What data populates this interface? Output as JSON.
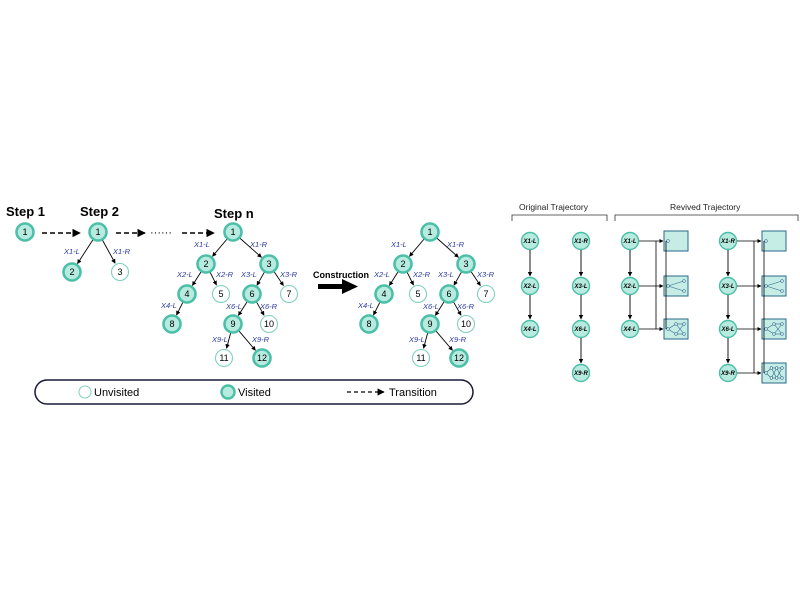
{
  "colors": {
    "visited_fill": "#b8ebe0",
    "visited_stroke": "#4cbfa8",
    "unvisited_stroke": "#7fcfbf",
    "edge_label": "#2a3aa0",
    "box_fill": "#c6ece6",
    "box_stroke": "#2a6a8a"
  },
  "steps": {
    "step1": "Step 1",
    "step2": "Step 2",
    "stepn": "Step n",
    "dots": "······"
  },
  "construction_label": "Construction",
  "legend": {
    "unvisited": "Unvisited",
    "visited": "Visited",
    "transition": "Transition"
  },
  "trajectory": {
    "original_title": "Original Trajectory",
    "revived_title": "Revived Trajectory",
    "original_left": [
      "X1-L",
      "X2-L",
      "X4-L"
    ],
    "original_right": [
      "X1-R",
      "X3-L",
      "X6-L",
      "X9-R"
    ],
    "revived_left": [
      "X1-L",
      "X2-L",
      "X4-L"
    ],
    "revived_right": [
      "X1-R",
      "X3-L",
      "X6-L",
      "X9-R"
    ]
  },
  "tree": {
    "nodes": [
      {
        "id": "1",
        "visited": true
      },
      {
        "id": "2",
        "visited": true
      },
      {
        "id": "3",
        "visited": true
      },
      {
        "id": "4",
        "visited": true
      },
      {
        "id": "5",
        "visited": false
      },
      {
        "id": "6",
        "visited": true
      },
      {
        "id": "7",
        "visited": false
      },
      {
        "id": "8",
        "visited": true
      },
      {
        "id": "9",
        "visited": true
      },
      {
        "id": "10",
        "visited": false
      },
      {
        "id": "11",
        "visited": false
      },
      {
        "id": "12",
        "visited": true
      }
    ],
    "edges": [
      {
        "from": "1",
        "to": "2",
        "label": "X1-L"
      },
      {
        "from": "1",
        "to": "3",
        "label": "X1-R"
      },
      {
        "from": "2",
        "to": "4",
        "label": "X2-L"
      },
      {
        "from": "2",
        "to": "5",
        "label": "X2-R"
      },
      {
        "from": "3",
        "to": "6",
        "label": "X3-L"
      },
      {
        "from": "3",
        "to": "7",
        "label": "X3-R"
      },
      {
        "from": "4",
        "to": "8",
        "label": "X4-L"
      },
      {
        "from": "6",
        "to": "9",
        "label": "X6-L"
      },
      {
        "from": "6",
        "to": "10",
        "label": "X6-R"
      },
      {
        "from": "9",
        "to": "11",
        "label": "X9-L"
      },
      {
        "from": "9",
        "to": "12",
        "label": "X9-R"
      }
    ]
  },
  "step1_tree": {
    "nodes": [
      {
        "id": "1",
        "visited": true
      }
    ]
  },
  "step2_tree": {
    "nodes": [
      {
        "id": "1",
        "visited": true
      },
      {
        "id": "2",
        "visited": true
      },
      {
        "id": "3",
        "visited": false
      }
    ],
    "edges": [
      {
        "from": "1",
        "to": "2",
        "label": "X1-L"
      },
      {
        "from": "1",
        "to": "3",
        "label": "X1-R"
      }
    ]
  }
}
